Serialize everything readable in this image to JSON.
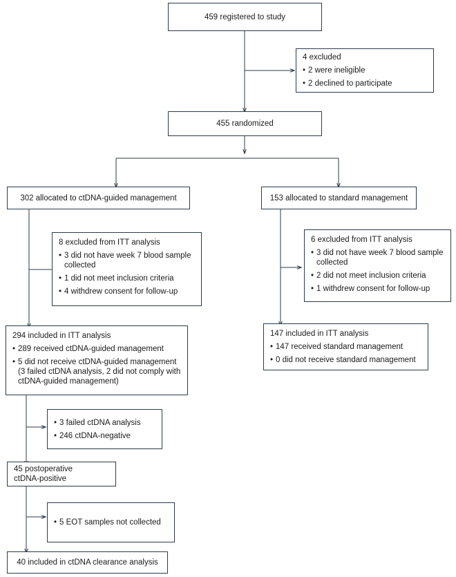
{
  "diagram": {
    "title": "CONSORT participant flow diagram",
    "line_color": "#2b3a4a",
    "text_color": "#1a1a1a",
    "background": "#ffffff"
  },
  "nodes": {
    "registered": {
      "label": "459 registered to study"
    },
    "excluded_screening": {
      "head": "4 excluded",
      "items": [
        "2 were ineligible",
        "2 declined to participate"
      ]
    },
    "randomized": {
      "label": "455 randomized"
    },
    "alloc_ctdna": {
      "label": "302 allocated to ctDNA-guided management"
    },
    "alloc_standard": {
      "label": "153 allocated to standard management"
    },
    "excluded_itt_left": {
      "head": "8 excluded from ITT analysis",
      "items": [
        "3 did not have week 7 blood sample collected",
        "1 did not meet inclusion criteria",
        "4 withdrew consent for follow-up"
      ]
    },
    "excluded_itt_right": {
      "head": "6 excluded from ITT analysis",
      "items": [
        "3 did not have week 7 blood sample collected",
        "2 did not meet inclusion criteria",
        "1 withdrew consent for follow-up"
      ]
    },
    "itt_left": {
      "head": "294 included in ITT analysis",
      "items": [
        "289 received ctDNA-guided management",
        "5 did not receive ctDNA-guided management (3 failed ctDNA analysis, 2 did not comply with ctDNA-guided management)"
      ]
    },
    "itt_right": {
      "head": "147 included in ITT analysis",
      "items": [
        "147 received standard management",
        "0 did not receive standard management"
      ]
    },
    "ctdna_outcomes": {
      "items": [
        "3 failed ctDNA analysis",
        "246 ctDNA-negative"
      ]
    },
    "postop_positive": {
      "line1": "45 postoperative",
      "line2": "ctDNA-positive"
    },
    "eot_not_collected": {
      "items": [
        "5 EOT samples not collected"
      ]
    },
    "clearance": {
      "label": "40 included in ctDNA clearance analysis"
    }
  }
}
